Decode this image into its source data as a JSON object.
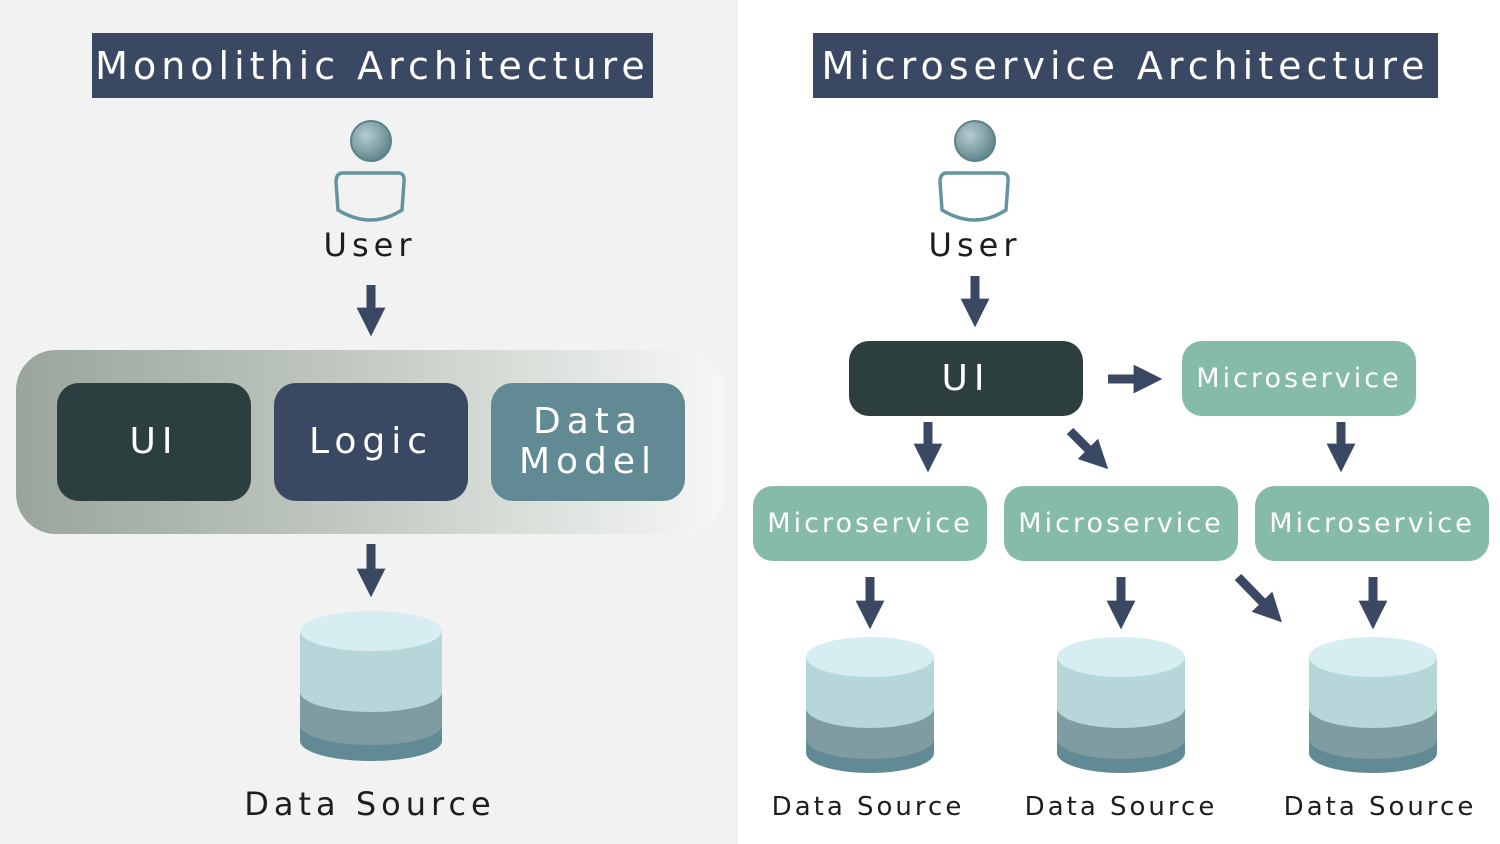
{
  "monolithic": {
    "title": "Monolithic Architecture",
    "user_label": "User",
    "modules": {
      "ui": "UI",
      "logic": "Logic",
      "data_model_line1": "Data",
      "data_model_line2": "Model"
    },
    "data_source_label": "Data Source"
  },
  "microservice": {
    "title": "Microservice Architecture",
    "user_label": "User",
    "ui": "UI",
    "services": [
      "Microservice",
      "Microservice",
      "Microservice",
      "Microservice"
    ],
    "data_sources": [
      "Data Source",
      "Data Source",
      "Data Source"
    ]
  },
  "colors": {
    "title_bg": "#3b4864",
    "ui_box": "#2d3e3e",
    "logic_box": "#3b4864",
    "data_model_box": "#628a94",
    "microservice_box": "#86bba8",
    "arrow": "#3b4864"
  }
}
